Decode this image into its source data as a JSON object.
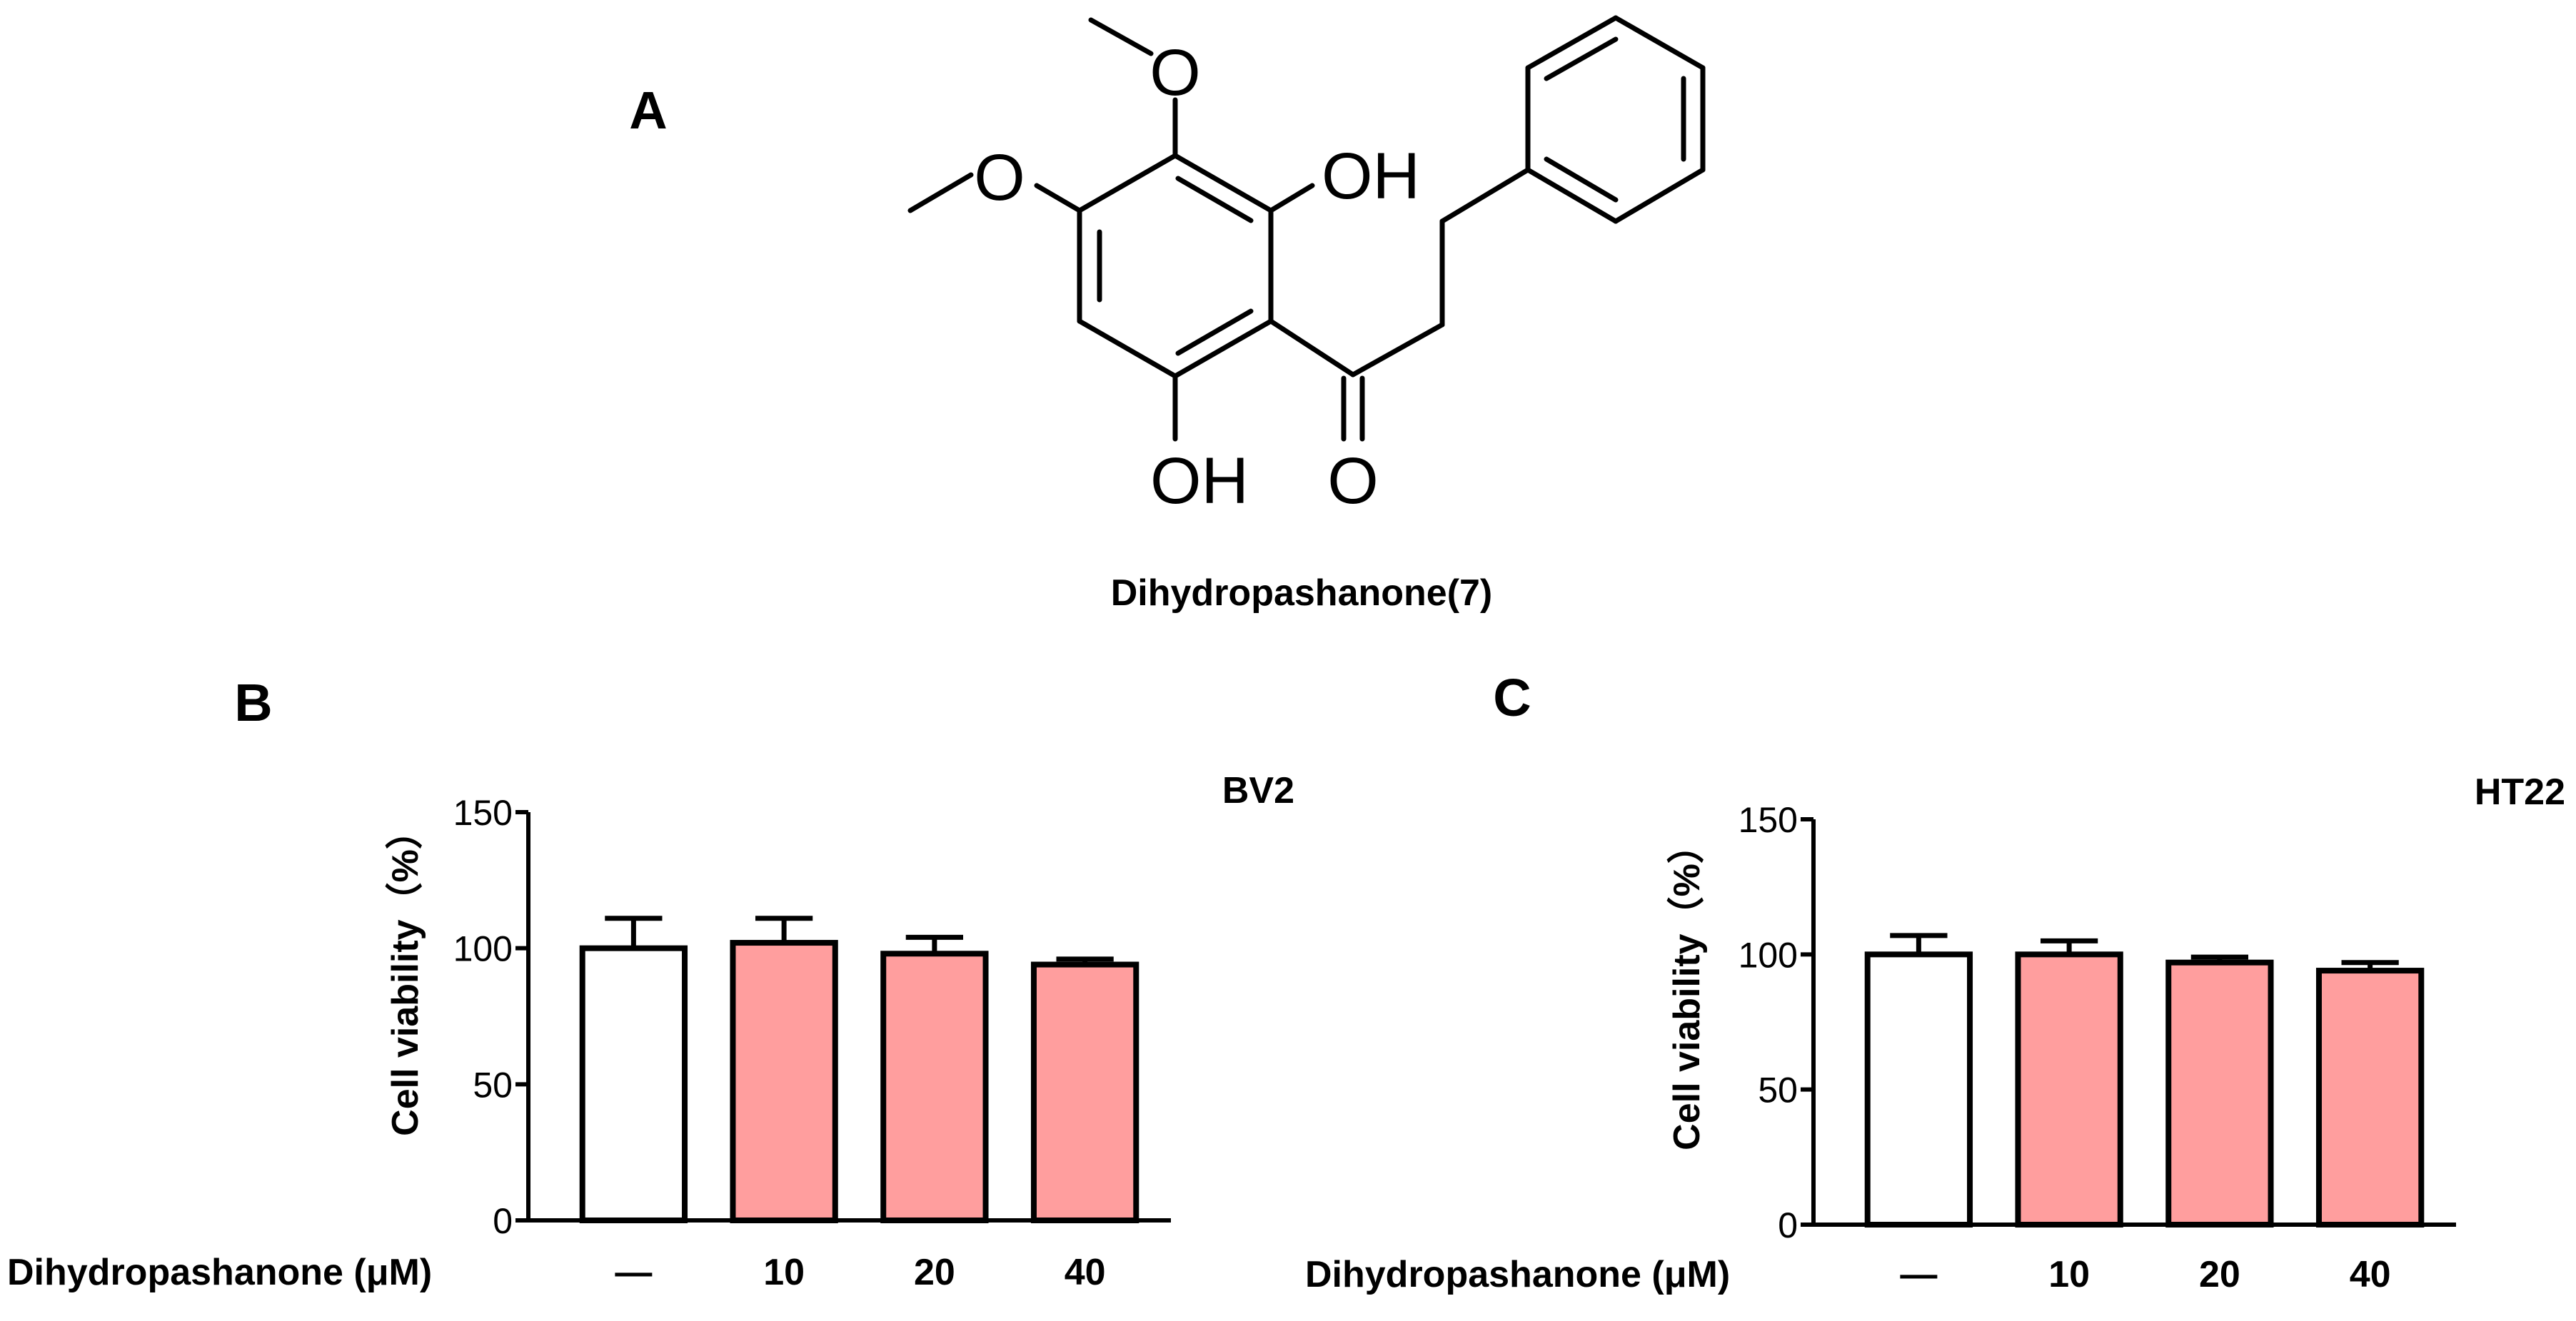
{
  "panels": {
    "a_label": "A",
    "b_label": "B",
    "c_label": "C"
  },
  "molecule": {
    "name": "Dihydropashanone(7)",
    "atoms": {
      "oh_upper": "OH",
      "oh_lower": "OH",
      "o_methoxy_top": "O",
      "o_methoxy_left": "O",
      "o_carbonyl": "O"
    }
  },
  "colors": {
    "control_bar": "#ffffff",
    "treatment_bar": "#ff9e9e",
    "stroke": "#000000"
  },
  "chart_data": [
    {
      "type": "bar",
      "title": "BV2",
      "xlabel": "Dihydropashanone (μM)",
      "ylabel": "Cell viability（%）",
      "categories": [
        "—",
        "10",
        "20",
        "40"
      ],
      "values": [
        100,
        102,
        98,
        94
      ],
      "errors": [
        11,
        9,
        6,
        2
      ],
      "ylim": [
        0,
        150
      ],
      "yticks": [
        "0",
        "50",
        "100",
        "150"
      ],
      "grid": false
    },
    {
      "type": "bar",
      "title": "HT22",
      "xlabel": "Dihydropashanone (μM)",
      "ylabel": "Cell viability（%）",
      "categories": [
        "—",
        "10",
        "20",
        "40"
      ],
      "values": [
        100,
        100,
        97,
        94
      ],
      "errors": [
        7,
        5,
        2,
        3
      ],
      "ylim": [
        0,
        150
      ],
      "yticks": [
        "0",
        "50",
        "100",
        "150"
      ],
      "grid": false
    }
  ]
}
